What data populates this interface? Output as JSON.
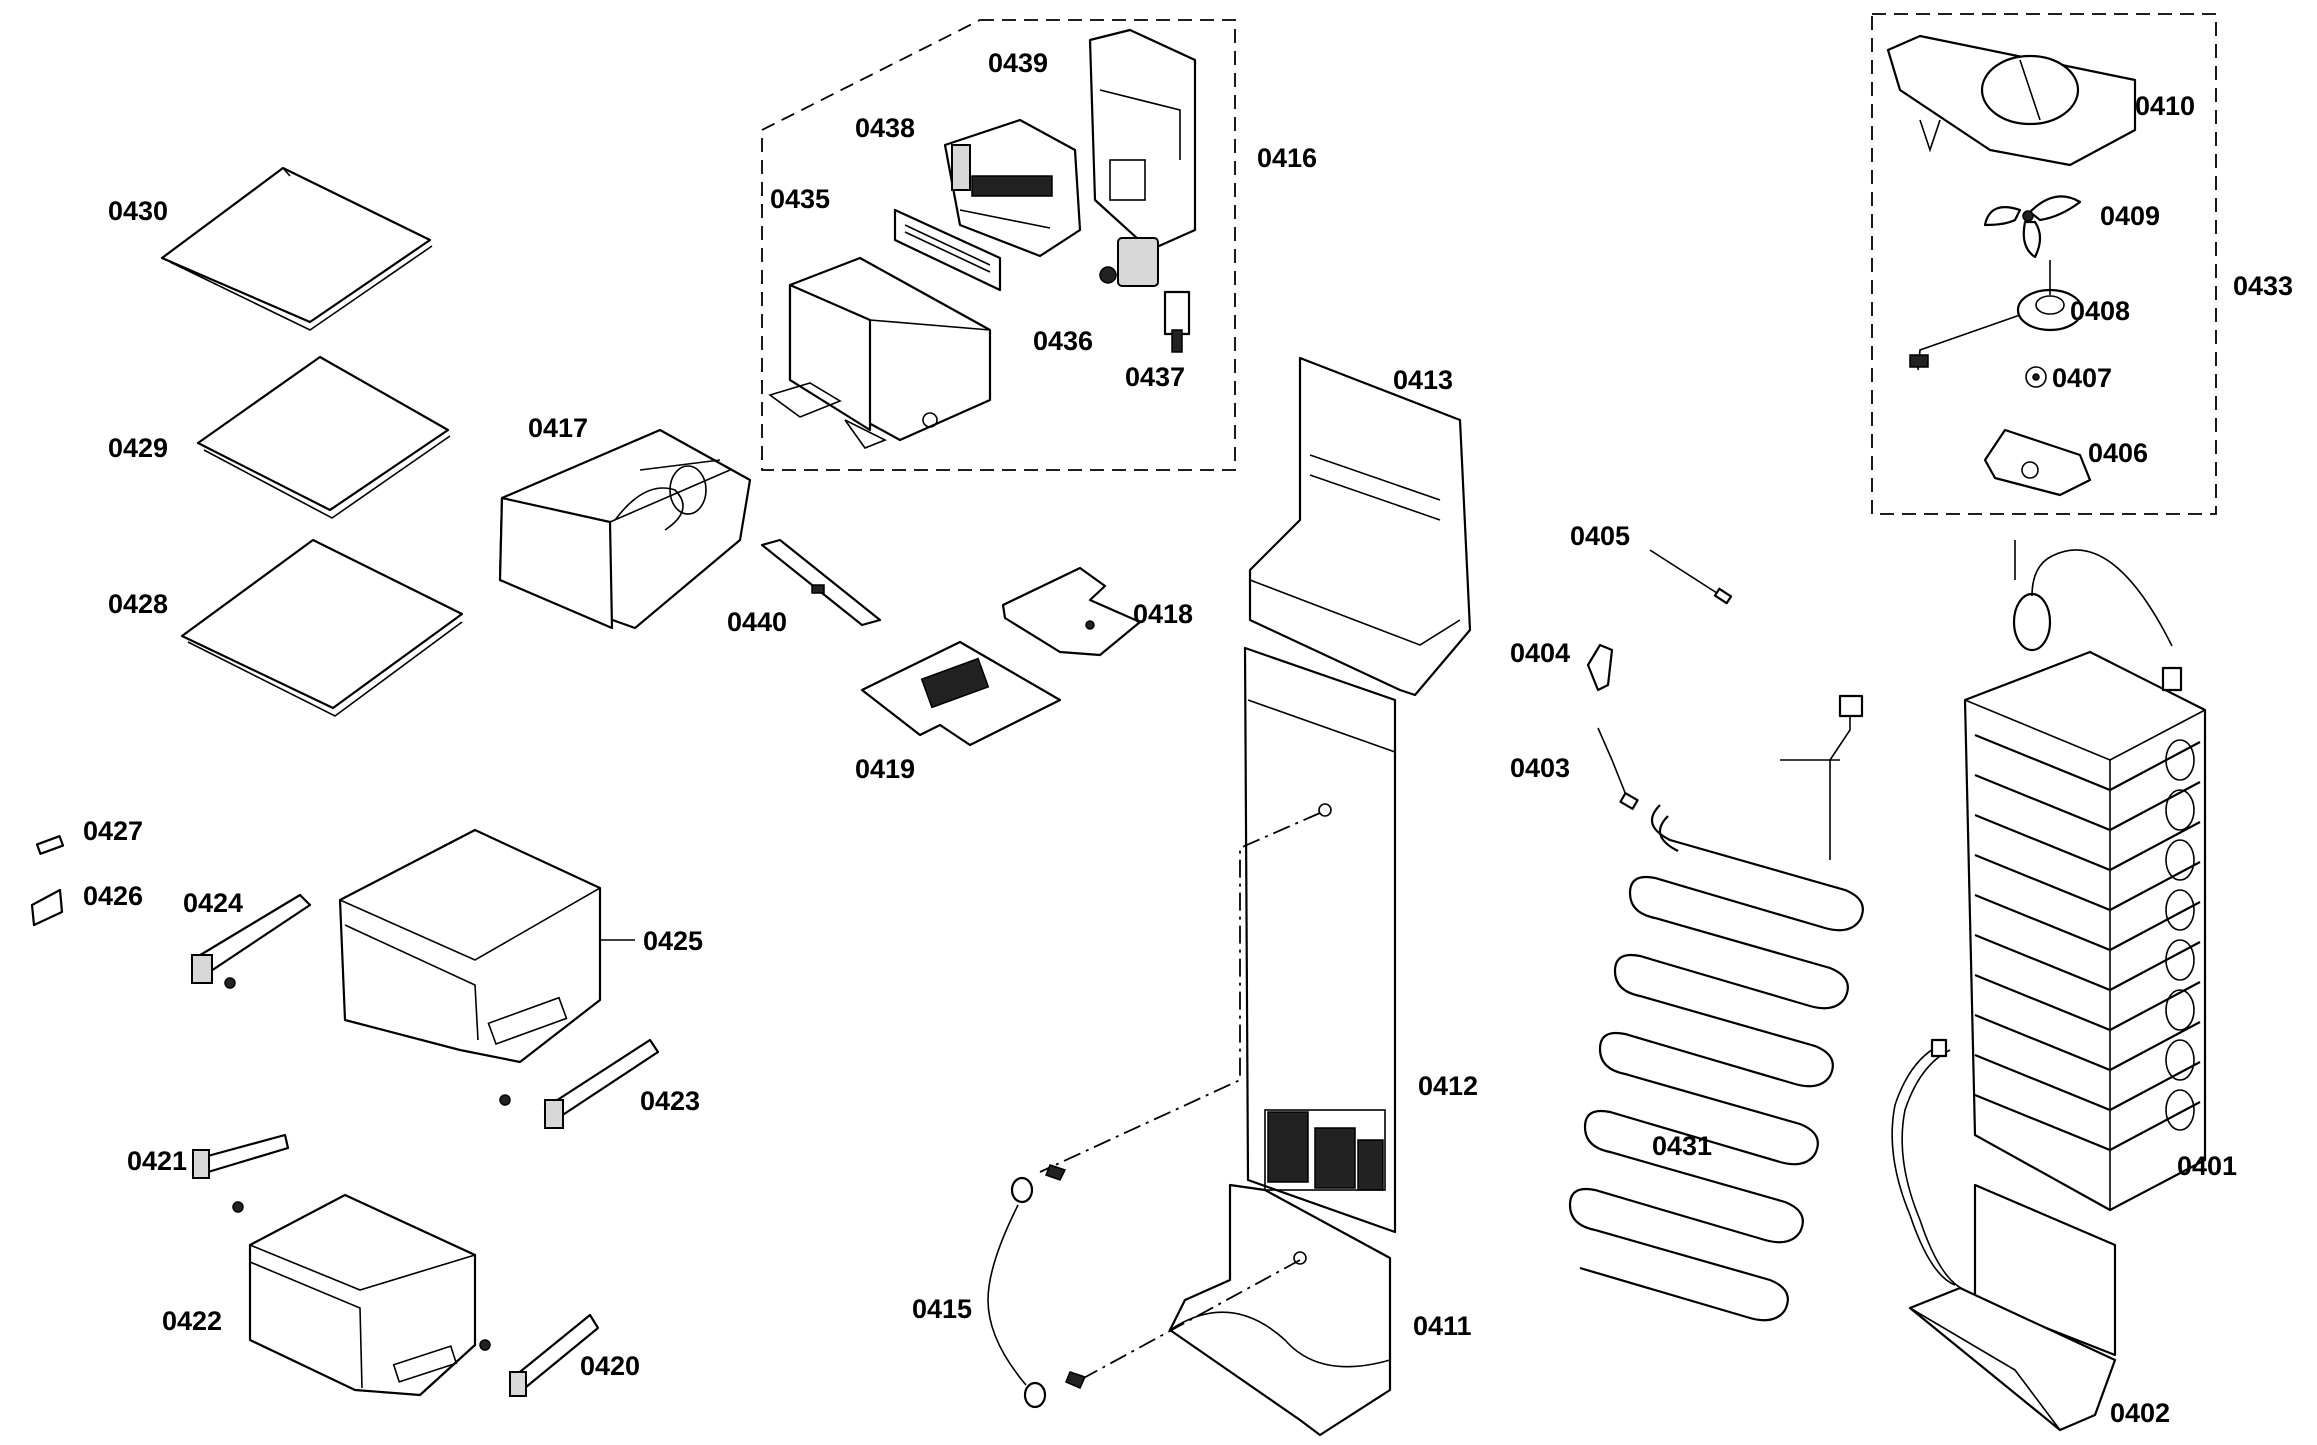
{
  "labels": {
    "p0401": "0401",
    "p0402": "0402",
    "p0403": "0403",
    "p0404": "0404",
    "p0405": "0405",
    "p0406": "0406",
    "p0407": "0407",
    "p0408": "0408",
    "p0409": "0409",
    "p0410": "0410",
    "p0411": "0411",
    "p0412": "0412",
    "p0413": "0413",
    "p0415": "0415",
    "p0416": "0416",
    "p0417": "0417",
    "p0418": "0418",
    "p0419": "0419",
    "p0420": "0420",
    "p0421": "0421",
    "p0422": "0422",
    "p0423": "0423",
    "p0424": "0424",
    "p0425": "0425",
    "p0426": "0426",
    "p0427": "0427",
    "p0428": "0428",
    "p0429": "0429",
    "p0430": "0430",
    "p0431": "0431",
    "p0433": "0433",
    "p0435": "0435",
    "p0436": "0436",
    "p0437": "0437",
    "p0438": "0438",
    "p0439": "0439",
    "p0440": "0440"
  }
}
